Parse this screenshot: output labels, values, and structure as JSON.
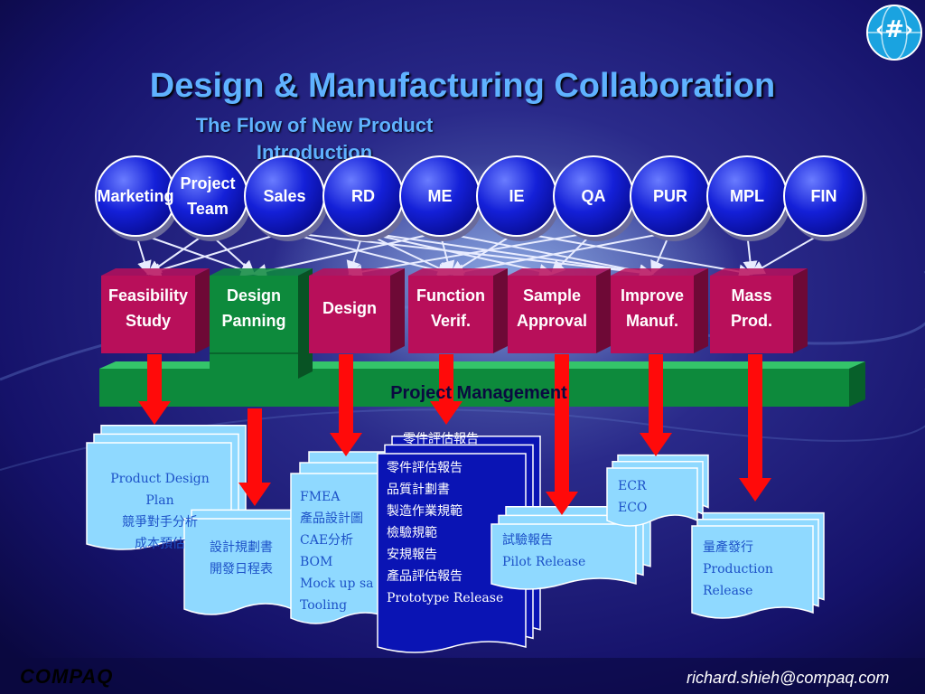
{
  "slide": {
    "title": "Design & Manufacturing Collaboration",
    "subtitle": "The Flow of New Product Introduction",
    "slide_number": "‹#›",
    "footer_brand": "COMPAQ",
    "footer_email": "richard.shieh@compaq.com"
  },
  "departments": [
    {
      "id": "marketing",
      "lines": [
        "Marketing"
      ]
    },
    {
      "id": "project-team",
      "lines": [
        "Project",
        "Team"
      ]
    },
    {
      "id": "sales",
      "lines": [
        "Sales"
      ]
    },
    {
      "id": "rd",
      "lines": [
        "RD"
      ]
    },
    {
      "id": "me",
      "lines": [
        "ME"
      ]
    },
    {
      "id": "ie",
      "lines": [
        "IE"
      ]
    },
    {
      "id": "qa",
      "lines": [
        "QA"
      ]
    },
    {
      "id": "pur",
      "lines": [
        "PUR"
      ]
    },
    {
      "id": "mpl",
      "lines": [
        "MPL"
      ]
    },
    {
      "id": "fin",
      "lines": [
        "FIN"
      ]
    }
  ],
  "stages": [
    {
      "id": "feasibility-study",
      "lines": [
        "Feasibility",
        "Study"
      ],
      "color": "#b80f5a"
    },
    {
      "id": "design-panning",
      "lines": [
        "Design",
        "Panning"
      ],
      "color": "#0d8a3c"
    },
    {
      "id": "design",
      "lines": [
        "Design"
      ],
      "color": "#b80f5a"
    },
    {
      "id": "function-verif",
      "lines": [
        "Function",
        "Verif."
      ],
      "color": "#b80f5a"
    },
    {
      "id": "sample-approval",
      "lines": [
        "Sample",
        "Approval"
      ],
      "color": "#b80f5a"
    },
    {
      "id": "improve-manuf",
      "lines": [
        "Improve",
        "Manuf."
      ],
      "color": "#b80f5a"
    },
    {
      "id": "mass-prod",
      "lines": [
        "Mass",
        "Prod."
      ],
      "color": "#b80f5a"
    }
  ],
  "project_management": "Project Management",
  "documents": [
    {
      "id": "doc-product-design",
      "lines": [
        "Product Design",
        "Plan",
        "競爭對手分析",
        "成本預估"
      ]
    },
    {
      "id": "doc-design-plan",
      "lines": [
        "設計規劃書",
        "開發日程表"
      ]
    },
    {
      "id": "doc-fmea",
      "lines": [
        "FMEA",
        "產品設計圖",
        "CAE分析",
        "BOM",
        "Mock up sa",
        "Tooling"
      ]
    },
    {
      "id": "doc-prototype",
      "lines": [
        "零件評估報告",
        "品質計劃書",
        "製造作業規範",
        "檢驗規範",
        "安規報告",
        "產品評估報告",
        "Prototype Release"
      ],
      "back_title": "零件評估報告"
    },
    {
      "id": "doc-pilot",
      "lines": [
        "試驗報告",
        "Pilot Release"
      ]
    },
    {
      "id": "doc-ecr",
      "lines": [
        "ECR",
        "ECO"
      ]
    },
    {
      "id": "doc-mass",
      "lines": [
        "量產發行",
        "Production",
        "Release"
      ]
    }
  ],
  "colors": {
    "title": "#5fb2ff",
    "bubble": "#0f17c8",
    "stage_red": "#b80f5a",
    "stage_green": "#0d8a3c",
    "bar": "#0d8a3c",
    "doc_light": "#8fd9ff",
    "doc_dark": "#0a14b4",
    "arrow": "#ff0a0a"
  },
  "icons": {
    "logo": "globe-logo-icon"
  }
}
